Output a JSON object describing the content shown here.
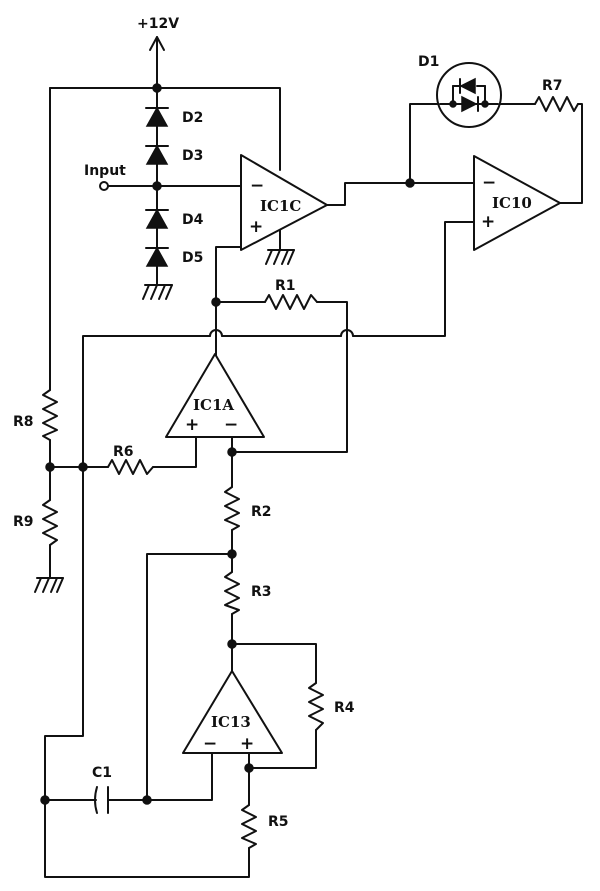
{
  "supply": {
    "label": "+12V"
  },
  "input": {
    "label": "Input"
  },
  "diodes": {
    "d1": "D1",
    "d2": "D2",
    "d3": "D3",
    "d4": "D4",
    "d5": "D5"
  },
  "resistors": {
    "r1": "R1",
    "r2": "R2",
    "r3": "R3",
    "r4": "R4",
    "r5": "R5",
    "r6": "R6",
    "r7": "R7",
    "r8": "R8",
    "r9": "R9"
  },
  "capacitors": {
    "c1": "C1"
  },
  "opamps": {
    "ic1c": {
      "name": "IC1C",
      "top_pin": "−",
      "bottom_pin": "+"
    },
    "ic10": {
      "name": "IC10",
      "top_pin": "−",
      "bottom_pin": "+"
    },
    "ic1a": {
      "name": "IC1A",
      "left_pin": "+",
      "right_pin": "−"
    },
    "ic13": {
      "name": "IC13",
      "left_pin": "−",
      "right_pin": "+"
    }
  }
}
